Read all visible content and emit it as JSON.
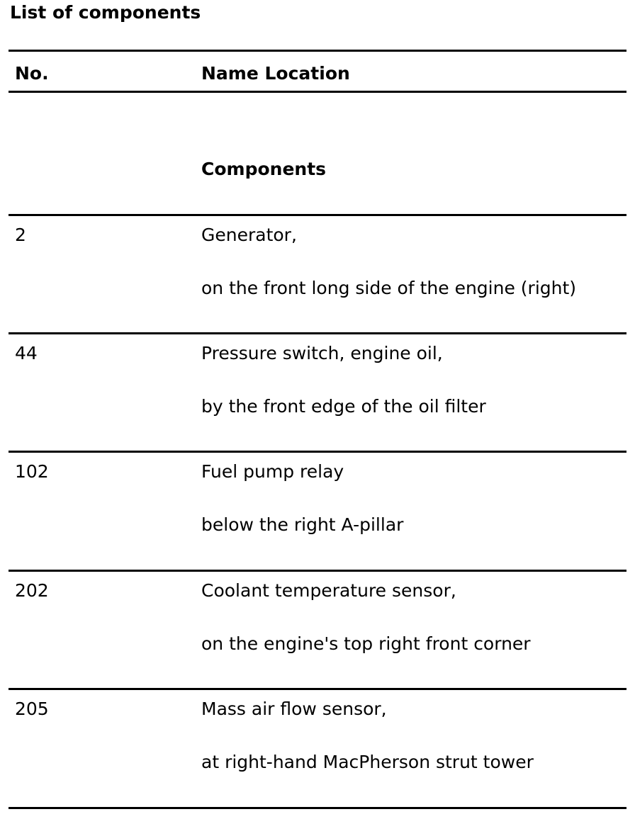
{
  "document": {
    "title": "List of components",
    "header": {
      "no_label": "No.",
      "name_location_label": "Name Location"
    },
    "section_label": "Components",
    "rows": [
      {
        "no": "2",
        "name": "Generator,",
        "location": "on the front long side of the engine (right)"
      },
      {
        "no": "44",
        "name": "Pressure switch, engine oil,",
        "location": "by the front edge of the oil filter"
      },
      {
        "no": "102",
        "name": "Fuel pump relay",
        "location": "below the right A-pillar"
      },
      {
        "no": "202",
        "name": "Coolant temperature sensor,",
        "location": "on the engine's top right front corner"
      },
      {
        "no": "205",
        "name": "Mass air flow sensor,",
        "location": "at right-hand MacPherson strut tower"
      }
    ]
  }
}
